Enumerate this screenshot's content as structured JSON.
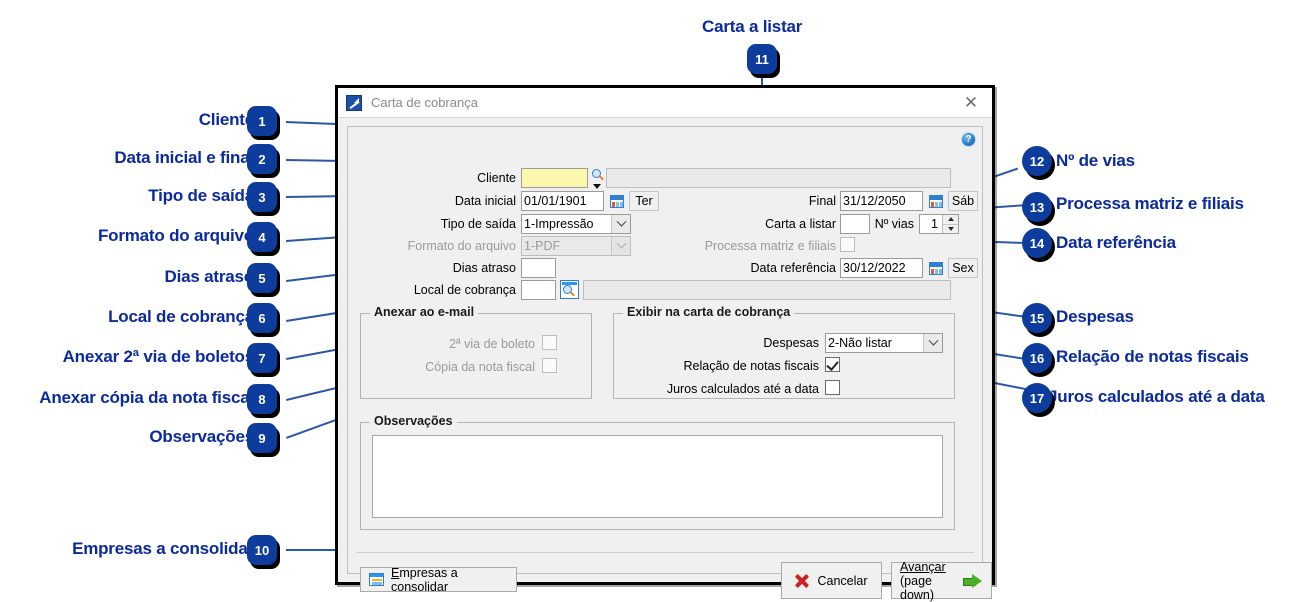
{
  "dialog": {
    "title": "Carta de cobrança",
    "app_icon": "app-chart-icon",
    "close_icon": "close-icon",
    "help_icon": "help-icon",
    "fields": {
      "cliente_label": "Cliente",
      "cliente_value": "",
      "cliente_desc": "",
      "data_inicial_label": "Data inicial",
      "data_inicial_value": "01/01/1901",
      "data_inicial_day": "Ter",
      "final_label": "Final",
      "final_value": "31/12/2050",
      "final_day": "Sáb",
      "tipo_saida_label": "Tipo de saída",
      "tipo_saida_value": "1-Impressão",
      "carta_listar_label": "Carta a listar",
      "carta_listar_value": "",
      "num_vias_label": "Nº vias",
      "num_vias_value": "1",
      "formato_arquivo_label": "Formato do arquivo",
      "formato_arquivo_value": "1-PDF",
      "processa_matriz_label": "Processa matriz e filiais",
      "processa_matriz_checked": false,
      "dias_atraso_label": "Dias atraso",
      "dias_atraso_value": "",
      "data_referencia_label": "Data referência",
      "data_referencia_value": "30/12/2022",
      "data_referencia_day": "Sex",
      "local_cobranca_label": "Local de cobrança",
      "local_cobranca_value": "",
      "local_cobranca_desc": ""
    },
    "group_email": {
      "title": "Anexar ao e-mail",
      "segunda_via_label": "2ª via de boleto",
      "segunda_via_checked": false,
      "copia_nota_label": "Cópia da nota fiscal",
      "copia_nota_checked": false
    },
    "group_exibir": {
      "title": "Exibir na carta de cobrança",
      "despesas_label": "Despesas",
      "despesas_value": "2-Não listar",
      "relacao_notas_label": "Relação de notas fiscais",
      "relacao_notas_checked": true,
      "juros_label": "Juros calculados até a data",
      "juros_checked": false
    },
    "group_obs": {
      "title": "Observações",
      "value": ""
    },
    "buttons": {
      "consolidar": "Empresas a consolidar",
      "consolidar_accel": "E",
      "consolidar_rest": "mpresas a consolidar",
      "cancelar": "Cancelar",
      "avancar_line1": "Avançar",
      "avancar_line2": "(page down)"
    }
  },
  "callouts": [
    {
      "n": "1",
      "label": "Cliente"
    },
    {
      "n": "2",
      "label": "Data inicial e final"
    },
    {
      "n": "3",
      "label": "Tipo de saída"
    },
    {
      "n": "4",
      "label": "Formato do arquivo"
    },
    {
      "n": "5",
      "label": "Dias atraso"
    },
    {
      "n": "6",
      "label": "Local de cobrança"
    },
    {
      "n": "7",
      "label": "Anexar 2ª via de boletos"
    },
    {
      "n": "8",
      "label": "Anexar cópia da nota fiscal"
    },
    {
      "n": "9",
      "label": "Observações"
    },
    {
      "n": "10",
      "label": "Empresas a consolidar"
    },
    {
      "n": "11",
      "label": "Carta a listar"
    },
    {
      "n": "12",
      "label": "Nº de vias"
    },
    {
      "n": "13",
      "label": "Processa matriz e filiais"
    },
    {
      "n": "14",
      "label": "Data referência"
    },
    {
      "n": "15",
      "label": "Despesas"
    },
    {
      "n": "16",
      "label": "Relação de notas fiscais"
    },
    {
      "n": "17",
      "label": "Juros calculados até a data"
    }
  ],
  "colors": {
    "annotation_blue": "#0a2a9e",
    "badge_blue": "#0d3c9c",
    "leader_blue": "#2b57a8",
    "field_highlight": "#fbf7ad"
  }
}
